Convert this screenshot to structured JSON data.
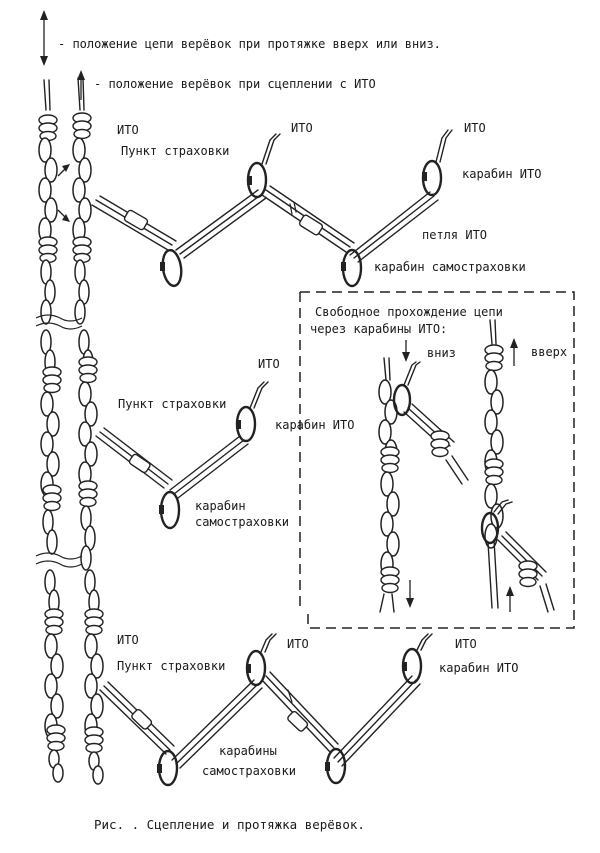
{
  "legend": {
    "chain_movement": "- положение цепи верёвок при протяжке вверх или вниз.",
    "ito_position": "- положение верёвок при сцеплении с ИТО"
  },
  "panel_top": {
    "ito_1": "ИТО",
    "ito_2": "ИТО",
    "ito_3": "ИТО",
    "belay_point": "Пункт страховки",
    "ito_carabiner": "карабин ИТО",
    "ito_loop": "петля ИТО",
    "self_belay_carabiner": "карабин самостраховки"
  },
  "panel_middle": {
    "ito": "ИТО",
    "belay_point": "Пункт страховки",
    "ito_carabiner": "карабин ИТО",
    "self_belay_carabiner_line1": "карабин",
    "self_belay_carabiner_line2": "самостраховки"
  },
  "inset": {
    "title_line1": "Свободное прохождение цепи",
    "title_line2": "через карабины ИТО:",
    "down": "вниз",
    "up": "вверх"
  },
  "panel_bottom": {
    "ito_1": "ИТО",
    "ito_2": "ИТО",
    "ito_3": "ИТО",
    "belay_point": "Пункт страховки",
    "ito_carabiner": "карабин ИТО",
    "self_belay_carabiners_line1": "карабины",
    "self_belay_carabiners_line2": "самостраховки"
  },
  "caption": "Рис.    . Сцепление и протяжка верёвок.",
  "icons": [
    "double-arrow-icon",
    "single-arrow-icon",
    "carabiner-icon",
    "rope-knot-icon",
    "chain-link-icon"
  ]
}
